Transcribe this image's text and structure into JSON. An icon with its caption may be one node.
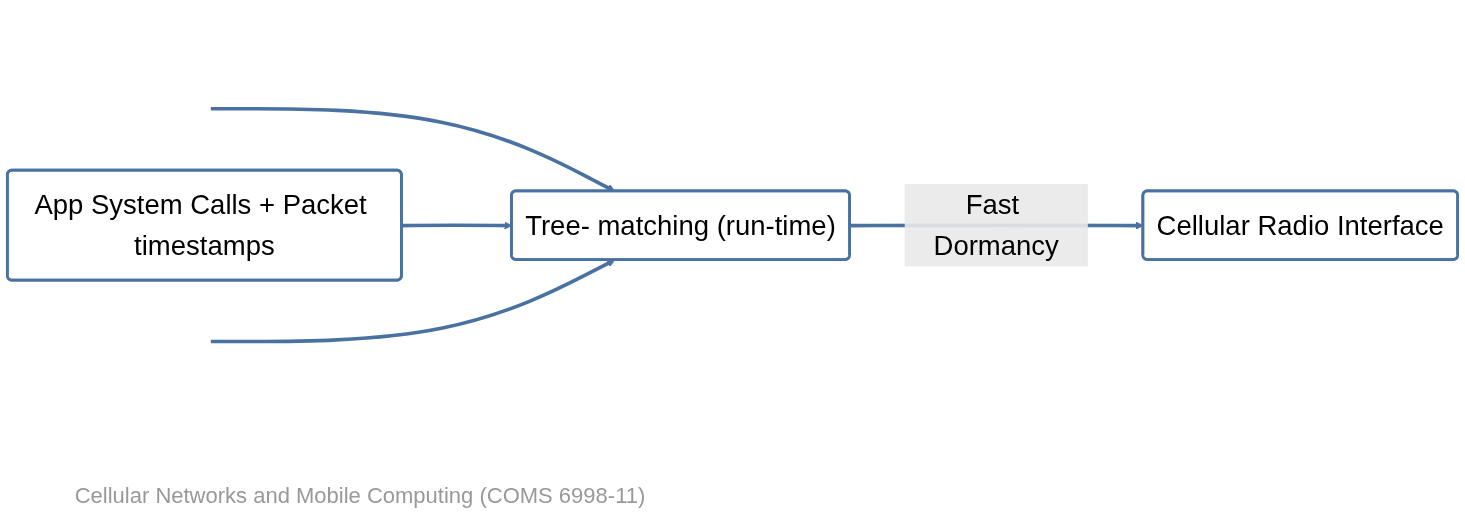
{
  "diagram": {
    "nodes": [
      {
        "text": [
          "App System Calls + Packet timestamps"
        ]
      },
      {
        "text": [
          "Tree- matching (run-time)"
        ]
      },
      {
        "text": [
          "Cellular Radio Interface"
        ]
      }
    ],
    "edges": [
      {
        "from": null,
        "to": 1,
        "arrow": "to"
      },
      {
        "from": 0,
        "to": 1,
        "arrow": "to"
      },
      {
        "from": null,
        "to": 1,
        "arrow": "to"
      },
      {
        "from": 1,
        "to": 2,
        "arrow": "to",
        "label": "Fast Dormancy"
      }
    ],
    "labels": [
      "Cellular Networks and Mobile Computing (COMS 6998-11)"
    ]
  }
}
